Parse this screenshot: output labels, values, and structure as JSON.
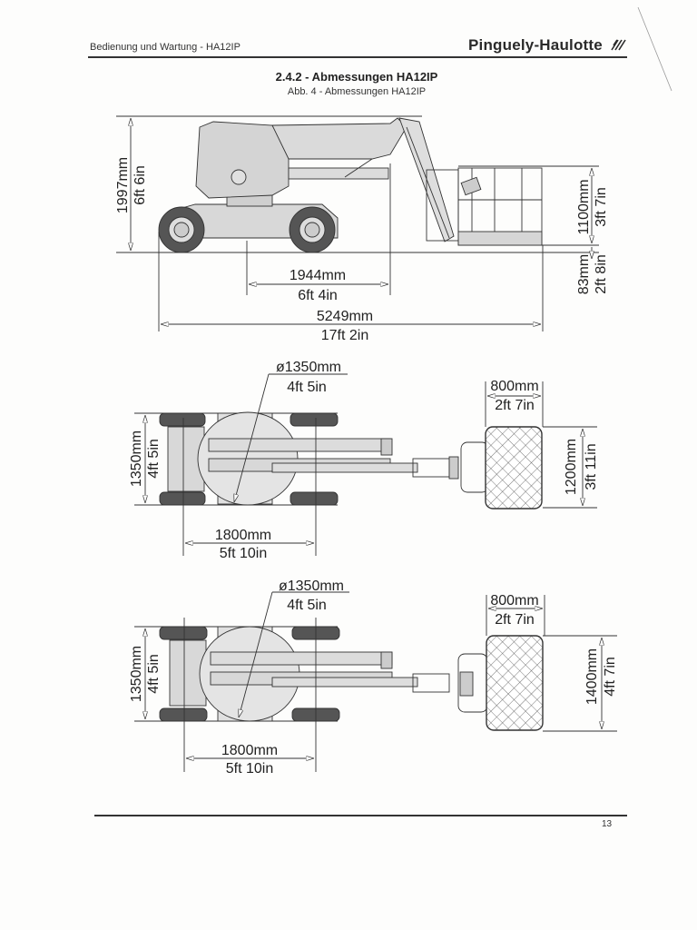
{
  "header": {
    "left_text": "Bedienung und Wartung - HA12IP",
    "brand": "Pinguely-Haulotte",
    "brand_logo_icon": "diagonal-stripes-logo"
  },
  "section": {
    "title": "2.4.2 - Abmessungen HA12IP",
    "figure_caption": "Abb. 4 - Abmessungen HA12IP"
  },
  "side_view": {
    "height_total": {
      "mm": "1997mm",
      "imperial": "6ft 6in"
    },
    "basket_rail_height": {
      "mm": "1100mm",
      "imperial": "3ft 7in"
    },
    "floor_height": {
      "mm": "83mm",
      "imperial": "2ft 8in"
    },
    "wheelbase": {
      "mm": "1944mm",
      "imperial": "6ft 4in"
    },
    "overall_length": {
      "mm": "5249mm",
      "imperial": "17ft 2in"
    }
  },
  "top_view_1": {
    "turret_diameter": {
      "mm": "ø1350mm",
      "imperial": "4ft 5in"
    },
    "width": {
      "mm": "1350mm",
      "imperial": "4ft 5in"
    },
    "axle_spacing": {
      "mm": "1800mm",
      "imperial": "5ft 10in"
    },
    "basket_width": {
      "mm": "800mm",
      "imperial": "2ft 7in"
    },
    "basket_length": {
      "mm": "1200mm",
      "imperial": "3ft 11in"
    }
  },
  "top_view_2": {
    "turret_diameter": {
      "mm": "ø1350mm",
      "imperial": "4ft 5in"
    },
    "width": {
      "mm": "1350mm",
      "imperial": "4ft 5in"
    },
    "axle_spacing": {
      "mm": "1800mm",
      "imperial": "5ft 10in"
    },
    "basket_width": {
      "mm": "800mm",
      "imperial": "2ft 7in"
    },
    "basket_length": {
      "mm": "1400mm",
      "imperial": "4ft 7in"
    }
  },
  "footer": {
    "page_number": "13"
  }
}
